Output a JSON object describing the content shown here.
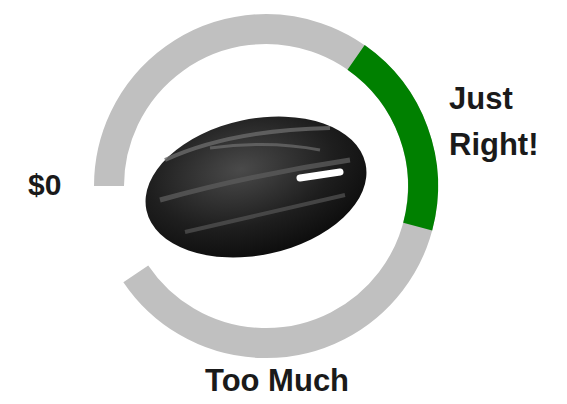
{
  "diagram": {
    "labels": [
      "$0",
      "Just Right!",
      "Too Much"
    ]
  }
}
